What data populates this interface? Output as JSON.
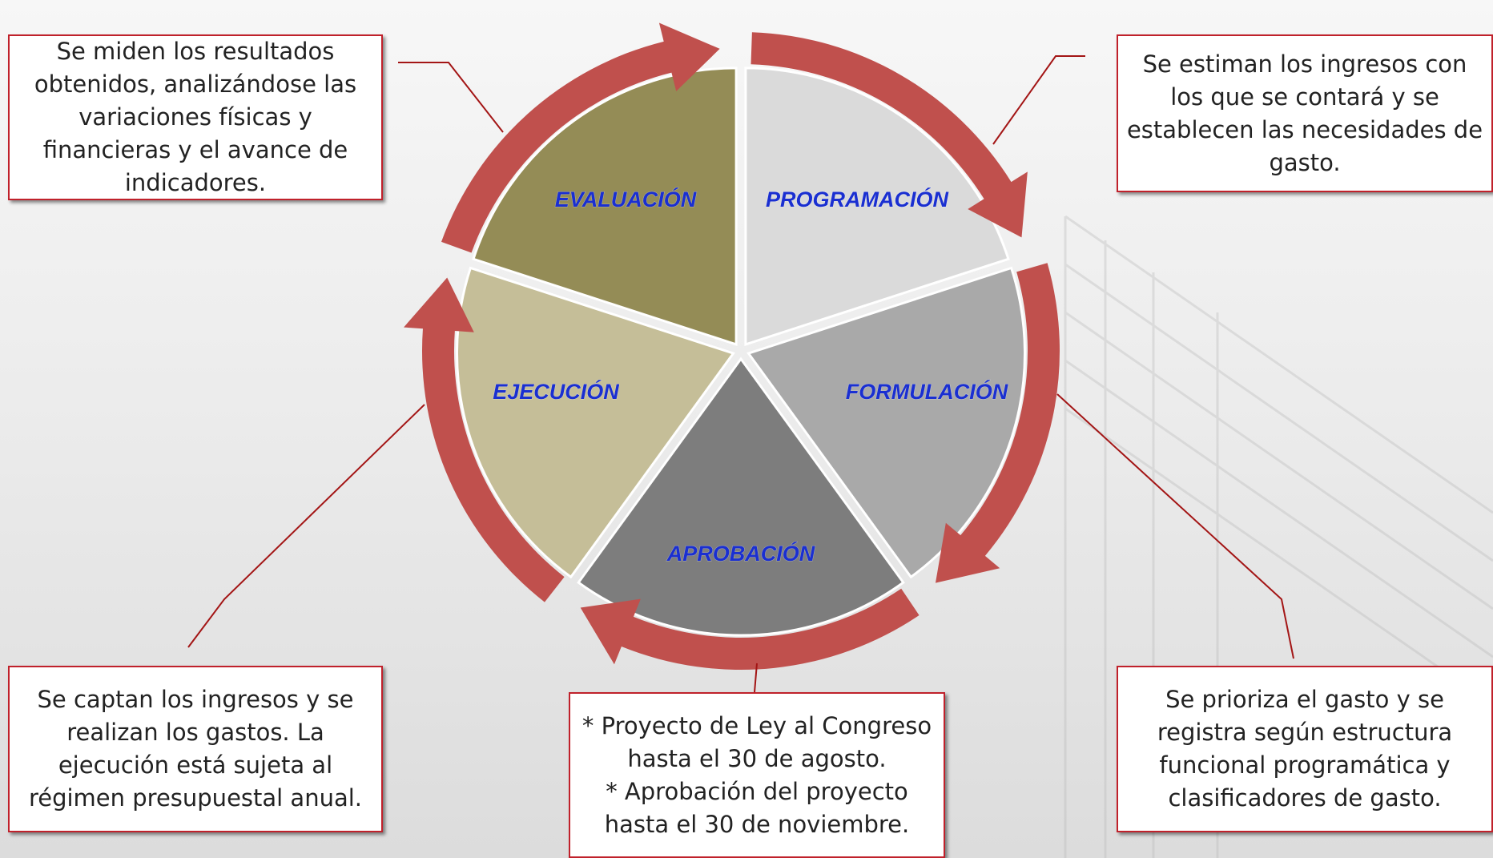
{
  "phases": [
    {
      "label": "PROGRAMACIÓN",
      "color": "#dadada"
    },
    {
      "label": "FORMULACIÓN",
      "color": "#a9a9a9"
    },
    {
      "label": "APROBACIÓN",
      "color": "#7d7d7d"
    },
    {
      "label": "EJECUCIÓN",
      "color": "#c5be98"
    },
    {
      "label": "EVALUACIÓN",
      "color": "#948c56"
    }
  ],
  "notes": {
    "evaluacion": "Se miden los resultados obtenidos, analizándose las variaciones físicas y financieras y el avance de indicadores.",
    "programacion": "Se estiman los ingresos con los que se contará y se establecen las necesidades de gasto.",
    "ejecucion": "Se captan los ingresos y se realizan los gastos. La ejecución está sujeta al régimen presupuestal anual.",
    "aprobacion_line1": "* Proyecto de Ley al Congreso hasta el 30 de agosto.",
    "aprobacion_line2": "* Aprobación del proyecto hasta el 30 de noviembre.",
    "formulacion": "Se prioriza el gasto y se registra según estructura funcional programática y clasificadores de gasto."
  },
  "colors": {
    "arrow": "#c0504d",
    "leader": "#a31515",
    "note_border": "#c0212b",
    "label_text": "#1a2fd1"
  }
}
